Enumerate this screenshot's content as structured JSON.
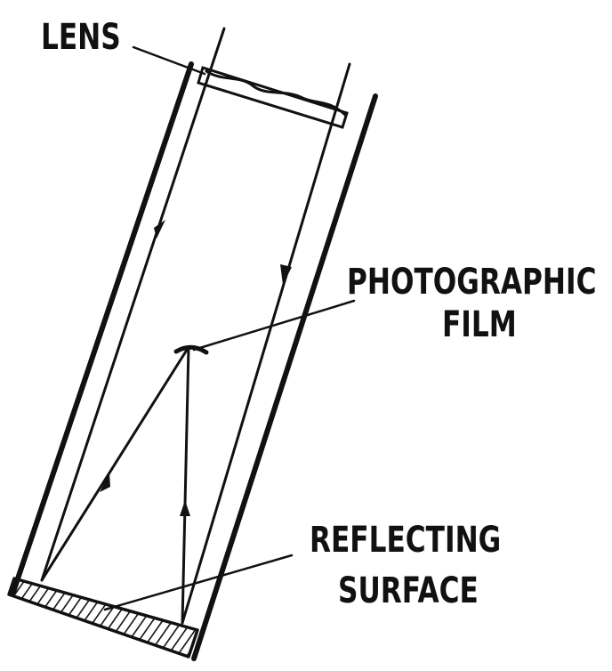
{
  "labels": {
    "lens": "LENS",
    "film_line1": "PHOTOGRAPHIC",
    "film_line2": "FILM",
    "surface_line1": "REFLECTING",
    "surface_line2": "SURFACE"
  },
  "colors": {
    "ink": "#111111",
    "background": "#ffffff"
  }
}
